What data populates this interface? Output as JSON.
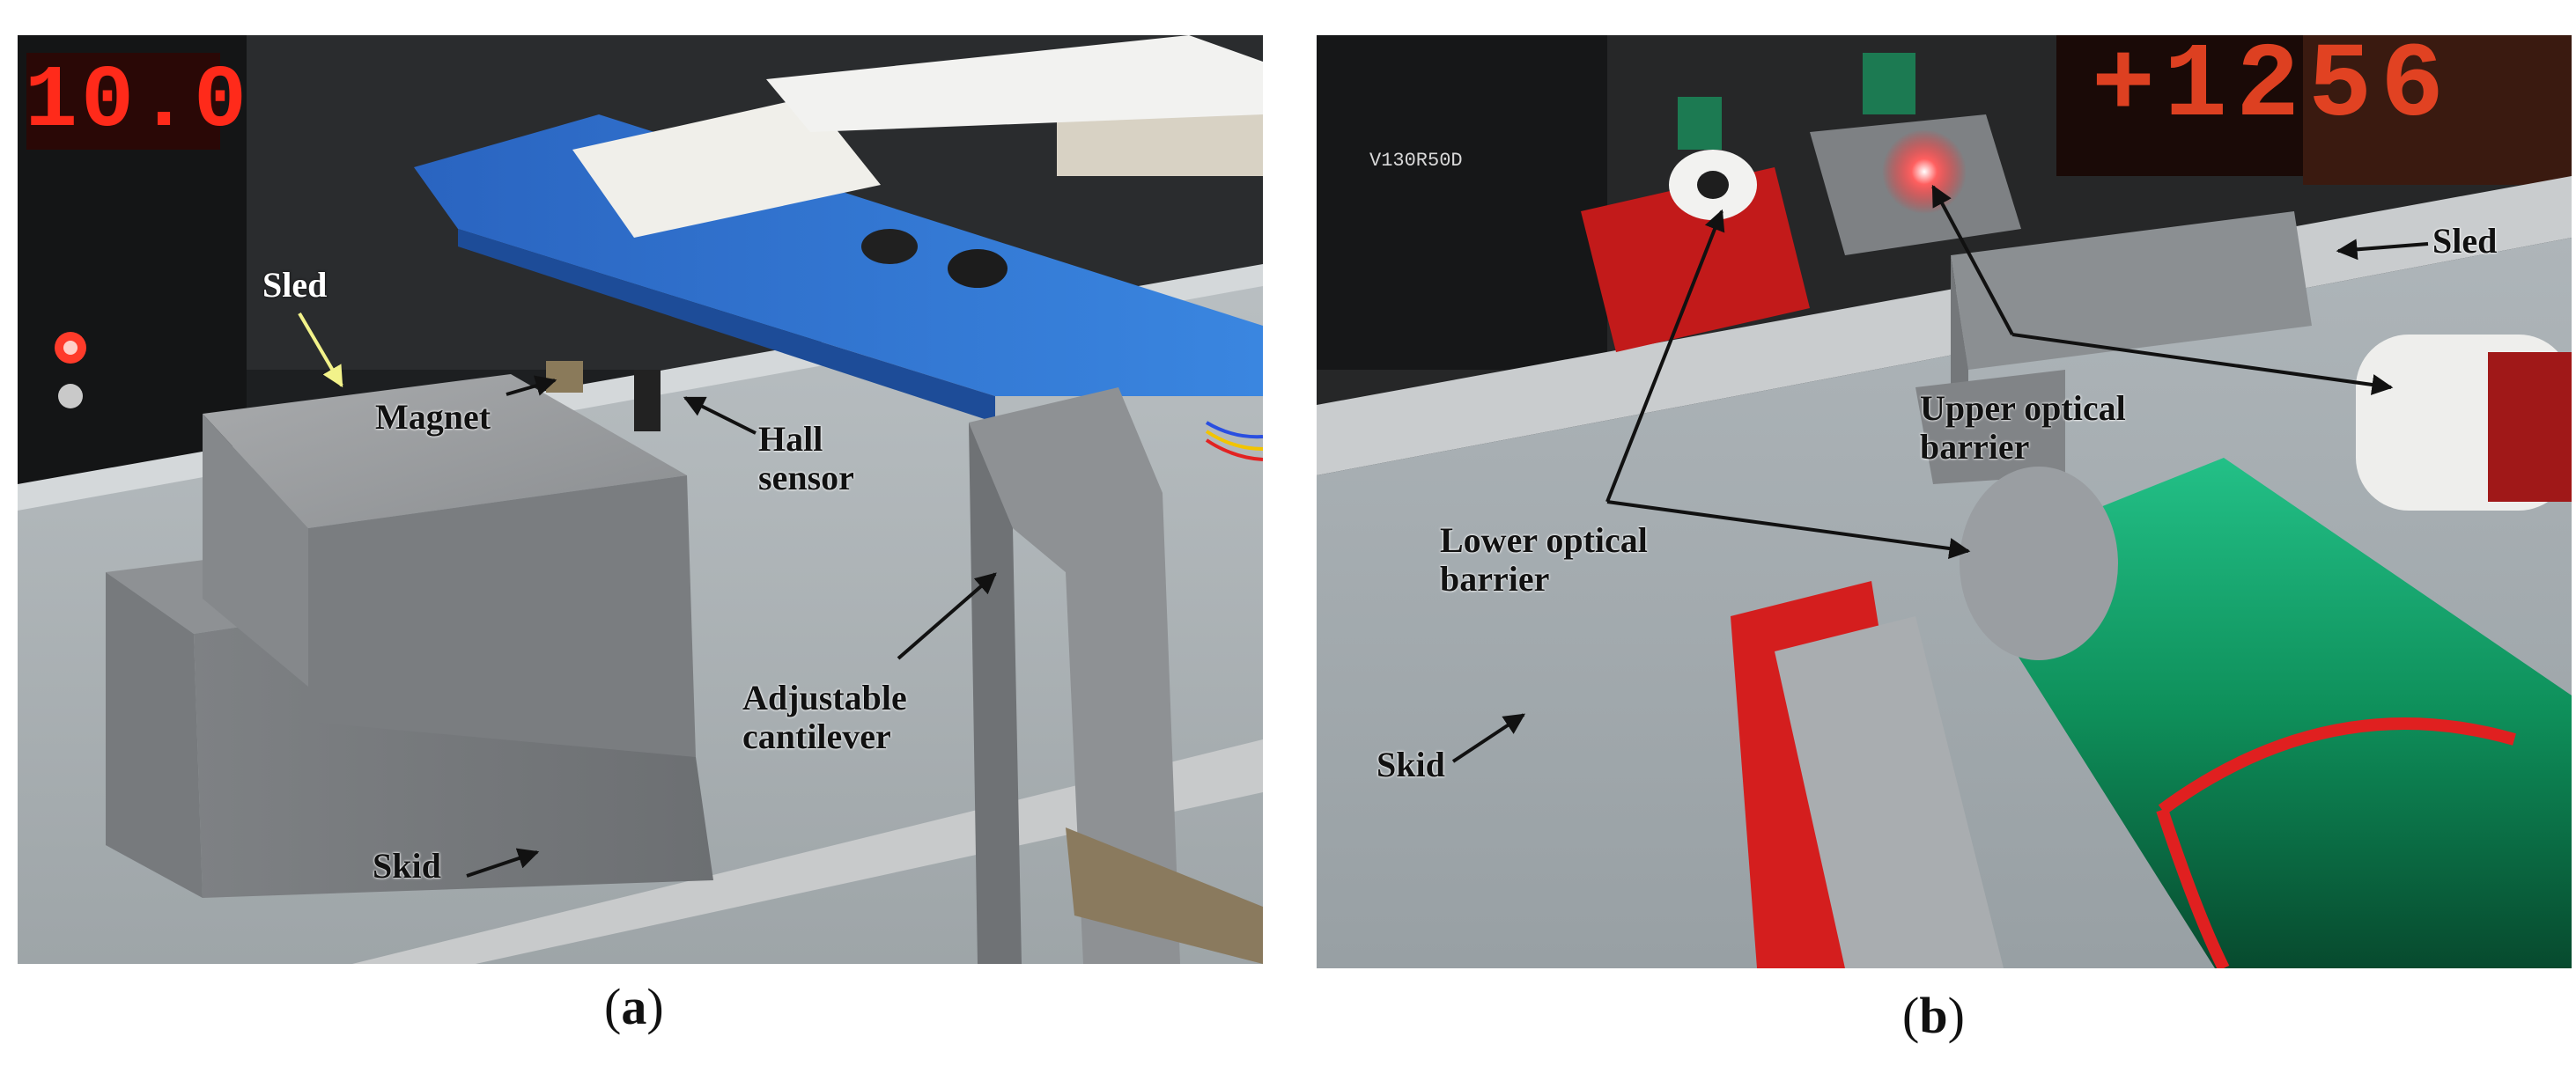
{
  "panel_a": {
    "display_readout": "10.0",
    "labels": {
      "sled": "Sled",
      "magnet": "Magnet",
      "hall_sensor": "Hall\nsensor",
      "adjustable_cantilever": "Adjustable\ncantilever",
      "skid": "Skid"
    },
    "caption": {
      "open": "(",
      "letter": "a",
      "close": ")"
    }
  },
  "panel_b": {
    "device_label": "V130R50D",
    "display_readout": "+1256",
    "labels": {
      "sled": "Sled",
      "upper_optical_barrier": "Upper optical\nbarrier",
      "lower_optical_barrier": "Lower optical\nbarrier",
      "skid": "Skid"
    },
    "caption": {
      "open": "(",
      "letter": "b",
      "close": ")"
    }
  },
  "colors": {
    "steel": "#8a8d90",
    "blue_bracket": "#2f74d0",
    "red_display": "#ff2a1a",
    "laser_red": "#ff3030",
    "green_cylinder": "#0e8f5a"
  }
}
